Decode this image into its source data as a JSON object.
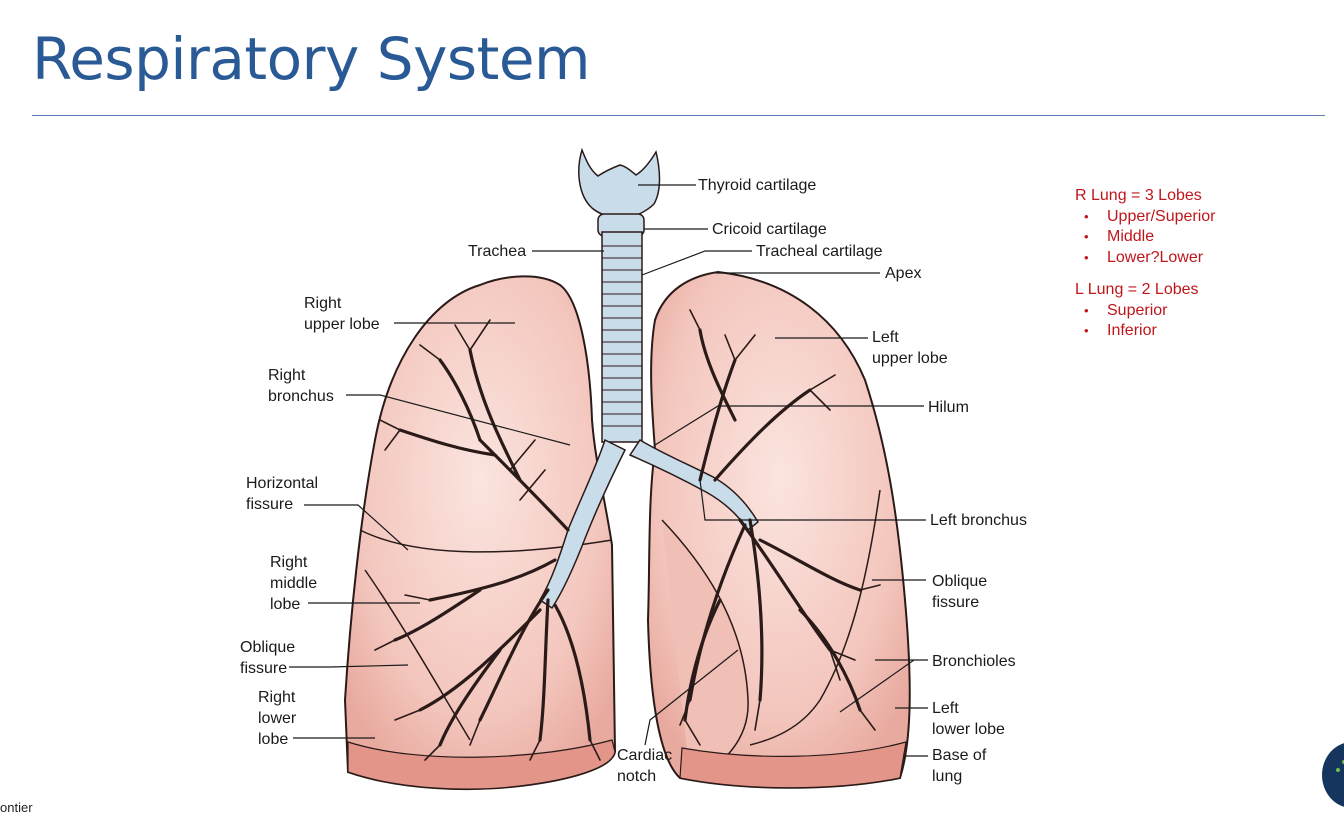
{
  "slide": {
    "title": "Respiratory System",
    "footer_text": "ontier"
  },
  "diagram_labels": {
    "thyroid_cartilage": "Thyroid cartilage",
    "cricoid_cartilage": "Cricoid cartilage",
    "trachea": "Trachea",
    "tracheal_cartilage": "Tracheal cartilage",
    "apex": "Apex",
    "right_upper_lobe": [
      "Right",
      "upper lobe"
    ],
    "left_upper_lobe": [
      "Left",
      "upper lobe"
    ],
    "right_bronchus": [
      "Right",
      "bronchus"
    ],
    "hilum": "Hilum",
    "horizontal_fissure": [
      "Horizontal",
      "fissure"
    ],
    "left_bronchus": "Left bronchus",
    "right_middle_lobe": [
      "Right",
      "middle",
      "lobe"
    ],
    "oblique_fissure_left": [
      "Oblique",
      "fissure"
    ],
    "oblique_fissure_right": [
      "Oblique",
      "fissure"
    ],
    "bronchioles": "Bronchioles",
    "right_lower_lobe": [
      "Right",
      "lower",
      "lobe"
    ],
    "left_lower_lobe": [
      "Left",
      "lower lobe"
    ],
    "cardiac_notch": [
      "Cardiac",
      "notch"
    ],
    "base_of_lung": [
      "Base of",
      "lung"
    ]
  },
  "notes": {
    "right_heading": "R Lung = 3 Lobes",
    "right_items": [
      "Upper/Superior",
      "Middle",
      "Lower?Lower"
    ],
    "left_heading": "L Lung = 2 Lobes",
    "left_items": [
      "Superior",
      "Inferior"
    ]
  },
  "colors": {
    "title": "#2a5a95",
    "notes": "#c0161b",
    "lung_fill": "#f2c8c0",
    "airway_fill": "#c9dcea"
  }
}
